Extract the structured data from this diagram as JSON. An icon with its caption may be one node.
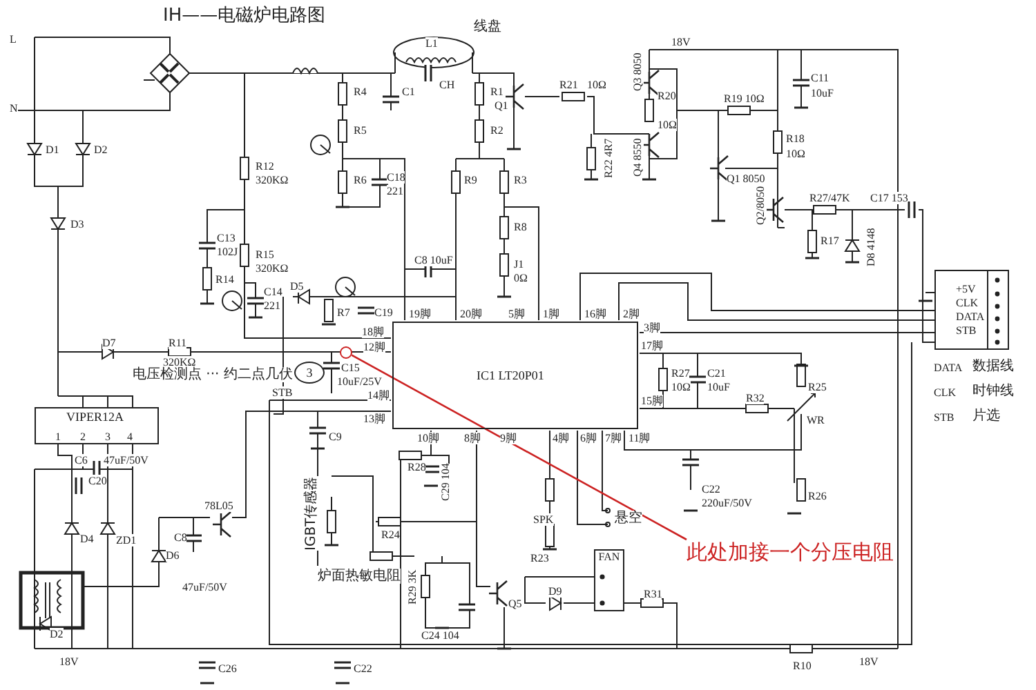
{
  "diagram": {
    "title": "IH——电磁炉电路图",
    "nodes": [
      {
        "text": [
          "IC1 LT20P01"
        ]
      },
      {
        "text": [
          "VIPER12A"
        ]
      },
      {
        "text": [
          "FAN"
        ]
      },
      {
        "text": [
          "3"
        ]
      },
      {
        "text": [],
        "shape": "circle"
      },
      {
        "text": [
          "此处加接一个分压电阻"
        ]
      }
    ],
    "edges": [
      {
        "from": 5,
        "to": 4,
        "arrow": "none",
        "color": "#cc2222"
      }
    ],
    "labels": [
      "L",
      "N",
      "线盘",
      "L1",
      "C1",
      "CH",
      "R4",
      "R5",
      "R6",
      "C18",
      "221",
      "R1",
      "R2",
      "R9",
      "R3",
      "R8",
      "J1",
      "0Ω",
      "Q1",
      "R21",
      "10Ω",
      "R22 4R7",
      "Q3 8050",
      "R20",
      "10Ω",
      "Q4 8550",
      "18V",
      "R19 10Ω",
      "C11",
      "10uF",
      "R18",
      "10Ω",
      "Q1 8050",
      "Q2/8050",
      "R27/47K",
      "C17 153",
      "R17",
      "D8 4148",
      "D1",
      "D2",
      "D3",
      "R12",
      "320KΩ",
      "C13",
      "102J",
      "R15",
      "320KΩ",
      "R14",
      "C14",
      "221",
      "D5",
      "R7",
      "C19",
      "C8 10uF",
      "19脚",
      "20脚",
      "5脚",
      "1脚",
      "16脚",
      "2脚",
      "3脚",
      "18脚",
      "+5V",
      "CLK",
      "DATA",
      "STB",
      "D7",
      "R11",
      "320KΩ",
      "电压检测点 ··· 约二点几伏",
      "STB",
      "C15",
      "10uF/25V",
      "12脚",
      "14脚",
      "13脚",
      "1",
      "2",
      "3",
      "4",
      "C9",
      "10脚",
      "8脚",
      "9脚",
      "4脚",
      "6脚",
      "7脚",
      "11脚",
      "17脚",
      "R27",
      "10Ω",
      "C21",
      "10uF",
      "R25",
      "15脚",
      "R32",
      "WR",
      "C22",
      "220uF/50V",
      "R26",
      "DATA",
      "数据线",
      "CLK",
      "时钟线",
      "STB",
      "片选",
      "C6",
      "47uF/50V",
      "C20",
      "D4",
      "ZD1",
      "D6",
      "C8",
      "78L05",
      "47uF/50V",
      "IGBT传感器",
      "R28",
      "C29 104",
      "R24",
      "SPK",
      "R23",
      "悬空",
      "D9",
      "R31",
      "炉面热敏电阻",
      "R29 3K",
      "Q5",
      "D2",
      "C24 104",
      "18V",
      "C26",
      "C22",
      "R10",
      "18V"
    ]
  }
}
